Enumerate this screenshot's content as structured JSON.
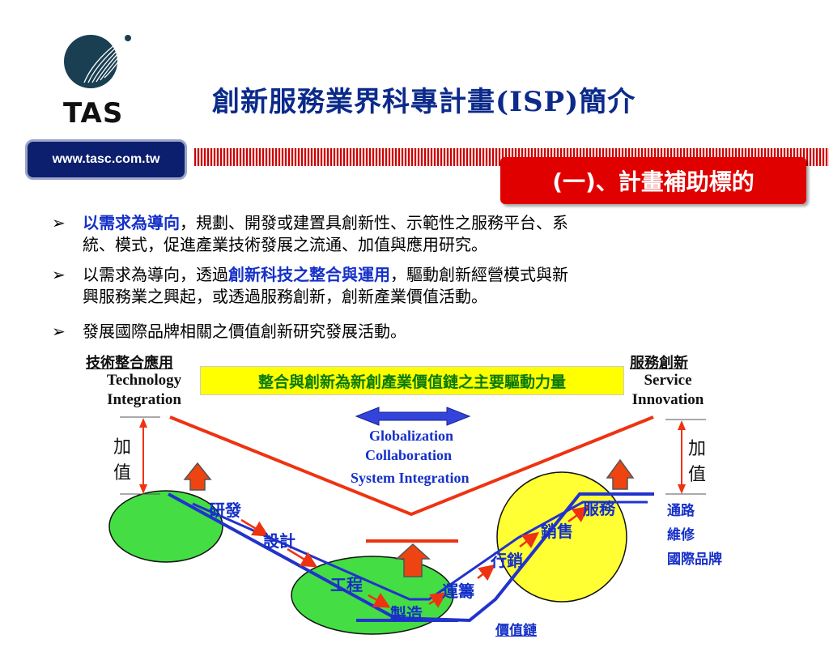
{
  "header": {
    "title": "創新服務業界科專計畫(ISP)簡介",
    "logo_text": "TAS",
    "url": "www.tasc.com.tw",
    "section_title": "(一)、計畫補助標的"
  },
  "bullets": [
    {
      "highlight": "以需求為導向",
      "line1_rest": "，規劃、開發或建置具創新性、示範性之服務平台、系",
      "line2": "統、模式，促進產業技術發展之流通、加值與應用研究。"
    },
    {
      "prefix": "以需求為導向，透過",
      "highlight": "創新科技之整合與運用",
      "line1_rest": "，驅動創新經營模式與新",
      "line2": "興服務業之興起，或透過服務創新，創新產業價值活動。"
    },
    {
      "text": "發展國際品牌相關之價值創新研究發展活動。"
    }
  ],
  "diagram": {
    "left_label_zh": "技術整合應用",
    "left_label_en_1": "Technology",
    "left_label_en_2": "Integration",
    "right_label_zh": "服務創新",
    "right_label_en_1": "Service",
    "right_label_en_2": "Innovation",
    "banner": "整合與創新為新創產業價值鏈之主要驅動力量",
    "center_terms": [
      "Globalization",
      "Collaboration",
      "System Integration"
    ],
    "value_add_char1": "加",
    "value_add_char2": "值",
    "steps": [
      "研發",
      "設計",
      "工程",
      "製造",
      "運籌",
      "行銷",
      "銷售",
      "服務"
    ],
    "right_list": [
      "通路",
      "維修",
      "國際品牌"
    ],
    "value_chain": "價值鏈",
    "colors": {
      "red": "#ee3311",
      "blue": "#2233cc",
      "green": "#44dd44",
      "yellow": "#ffff33",
      "banner_bg": "#ffff00",
      "banner_text": "#0a7a0a"
    }
  }
}
